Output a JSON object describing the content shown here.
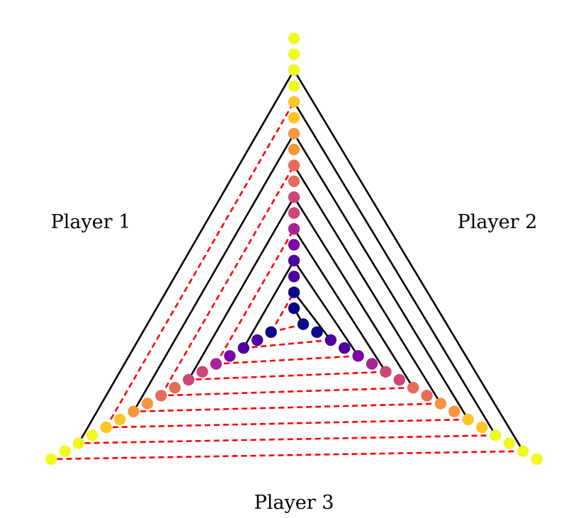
{
  "labels": {
    "player1": "Player 1",
    "player2": "Player 2",
    "player3": "Player 3"
  },
  "levels": [
    {
      "color": "#0d0887"
    },
    {
      "color": "#4c02a1"
    },
    {
      "color": "#7e03a8"
    },
    {
      "color": "#a92395"
    },
    {
      "color": "#cc4778"
    },
    {
      "color": "#e66c5c"
    },
    {
      "color": "#f89540"
    },
    {
      "color": "#fdc527"
    },
    {
      "color": "#f0f921"
    }
  ],
  "connections": [
    {
      "kind": "solid",
      "from": [
        0,
        1
      ],
      "to": [
        0,
        2
      ]
    },
    {
      "kind": "dashed",
      "from": [
        0,
        2
      ],
      "to": [
        1,
        3
      ]
    },
    {
      "kind": "dashed",
      "from": [
        1,
        3
      ],
      "to": [
        1,
        1
      ]
    },
    {
      "kind": "solid",
      "from": [
        1,
        1
      ],
      "to": [
        2,
        2
      ]
    },
    {
      "kind": "dashed",
      "from": [
        2,
        2
      ],
      "to": [
        3,
        3
      ]
    },
    {
      "kind": "solid",
      "from": [
        3,
        3
      ],
      "to": [
        3,
        1
      ]
    },
    {
      "kind": "solid",
      "from": [
        3,
        1
      ],
      "to": [
        4,
        2
      ]
    },
    {
      "kind": "dashed",
      "from": [
        4,
        2
      ],
      "to": [
        5,
        3
      ]
    },
    {
      "kind": "dashed",
      "from": [
        5,
        3
      ],
      "to": [
        5,
        1
      ]
    },
    {
      "kind": "solid",
      "from": [
        5,
        1
      ],
      "to": [
        6,
        2
      ]
    },
    {
      "kind": "dashed",
      "from": [
        6,
        2
      ],
      "to": [
        7,
        3
      ]
    },
    {
      "kind": "solid",
      "from": [
        7,
        3
      ],
      "to": [
        7,
        1
      ]
    },
    {
      "kind": "solid",
      "from": [
        7,
        1
      ],
      "to": [
        8,
        2
      ]
    },
    {
      "kind": "dashed",
      "from": [
        8,
        2
      ],
      "to": [
        9,
        3
      ]
    },
    {
      "kind": "dashed",
      "from": [
        9,
        3
      ],
      "to": [
        9,
        1
      ]
    },
    {
      "kind": "solid",
      "from": [
        9,
        1
      ],
      "to": [
        10,
        2
      ]
    },
    {
      "kind": "dashed",
      "from": [
        10,
        2
      ],
      "to": [
        11,
        3
      ]
    },
    {
      "kind": "solid",
      "from": [
        11,
        3
      ],
      "to": [
        11,
        1
      ]
    },
    {
      "kind": "solid",
      "from": [
        11,
        1
      ],
      "to": [
        12,
        2
      ]
    },
    {
      "kind": "dashed",
      "from": [
        12,
        2
      ],
      "to": [
        13,
        3
      ]
    },
    {
      "kind": "dashed",
      "from": [
        13,
        3
      ],
      "to": [
        13,
        1
      ]
    },
    {
      "kind": "solid",
      "from": [
        13,
        1
      ],
      "to": [
        14,
        2
      ]
    },
    {
      "kind": "dashed",
      "from": [
        14,
        2
      ],
      "to": [
        15,
        3
      ]
    },
    {
      "kind": "solid",
      "from": [
        15,
        3
      ],
      "to": [
        15,
        1
      ]
    },
    {
      "kind": "solid",
      "from": [
        15,
        1
      ],
      "to": [
        16,
        2
      ]
    },
    {
      "kind": "dashed",
      "from": [
        16,
        2
      ],
      "to": [
        17,
        3
      ]
    }
  ]
}
